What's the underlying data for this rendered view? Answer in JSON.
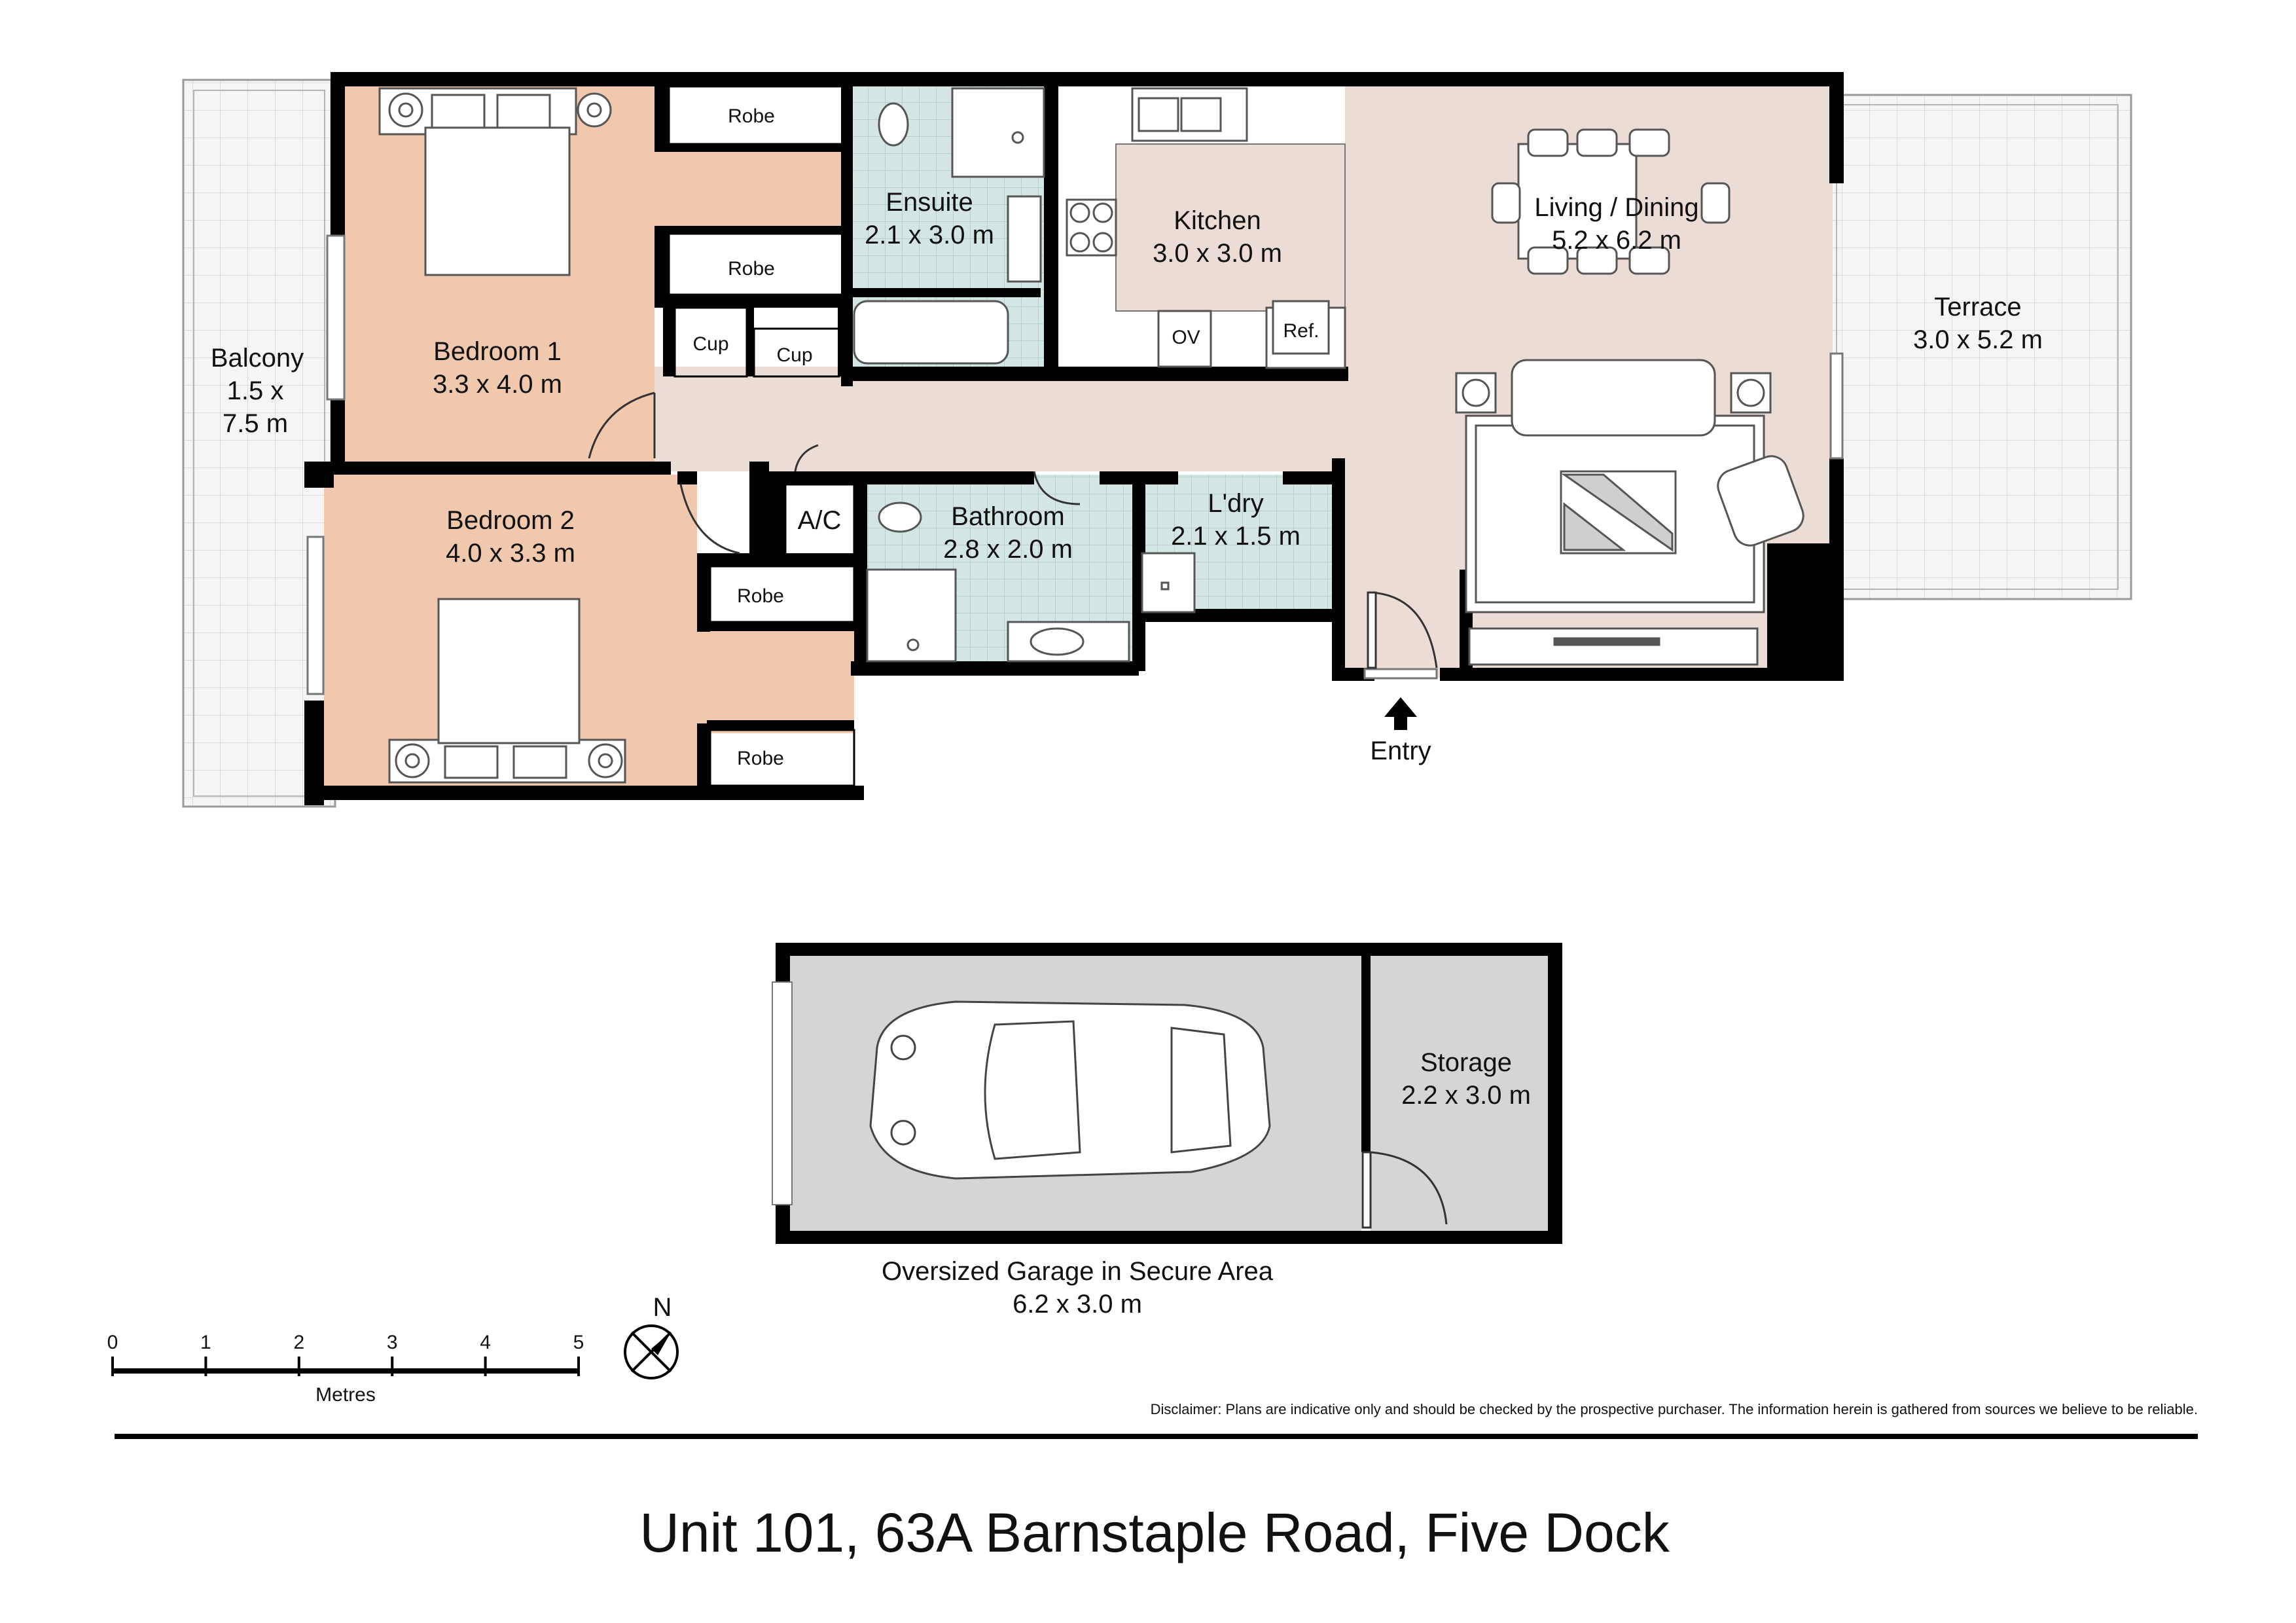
{
  "colors": {
    "bedroom": "#efc8ad",
    "living": "#ecdcd6",
    "wet": "#d3e6e4",
    "outdoor": "#f4f4f4",
    "garage": "#d5d5d5",
    "kitchen_bench": "#ecdcd6",
    "wall": "#000000"
  },
  "rooms": {
    "balcony": {
      "name": "Balcony",
      "dim_line1": "1.5 x",
      "dim_line2": "7.5 m"
    },
    "bedroom1": {
      "name": "Bedroom 1",
      "dim": "3.3 x 4.0 m"
    },
    "bedroom2": {
      "name": "Bedroom 2",
      "dim": "4.0 x 3.3 m"
    },
    "ensuite": {
      "name": "Ensuite",
      "dim": "2.1 x 3.0 m"
    },
    "kitchen": {
      "name": "Kitchen",
      "dim": "3.0 x 3.0 m"
    },
    "living": {
      "name": "Living / Dining",
      "dim": "5.2 x 6.2 m"
    },
    "terrace": {
      "name": "Terrace",
      "dim": "3.0 x 5.2 m"
    },
    "bathroom": {
      "name": "Bathroom",
      "dim": "2.8 x 2.0 m"
    },
    "laundry": {
      "name": "L'dry",
      "dim": "2.1 x 1.5 m"
    },
    "storage": {
      "name": "Storage",
      "dim": "2.2 x 3.0 m"
    },
    "garage": {
      "name": "Oversized Garage in Secure Area",
      "dim": "6.2 x 3.0 m"
    }
  },
  "fixtures": {
    "robe": "Robe",
    "cup": "Cup",
    "ac": "A/C",
    "oven": "OV",
    "fridge": "Ref."
  },
  "entry": "Entry",
  "compass": {
    "north_label": "N"
  },
  "scale": {
    "ticks": [
      "0",
      "1",
      "2",
      "3",
      "4",
      "5"
    ],
    "unit": "Metres"
  },
  "disclaimer": "Disclaimer: Plans are indicative only and should be checked by the prospective purchaser. The information herein is gathered from sources we believe to be reliable.",
  "address": "Unit 101, 63A Barnstaple Road, Five Dock"
}
